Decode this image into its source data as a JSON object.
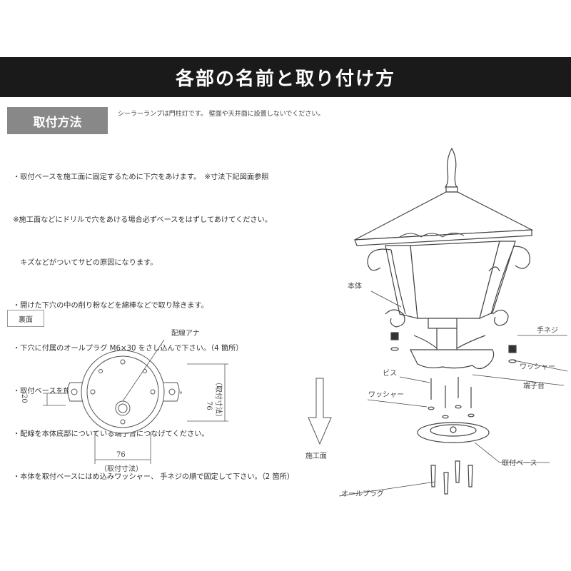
{
  "banner": {
    "title": "各部の名前と取り付け方"
  },
  "section": {
    "label": "取付方法"
  },
  "note": "シーラーランプは門柱灯です。 壁面や天井面に設置しないでください。",
  "instructions": [
    "・取付ベースを施工面に固定するために下穴をあけます。　※寸法下記図面参照",
    "※施工面などにドリルで穴をあける場合必ずベースをはずしてあけてください。",
    "　キズなどがついてサビの原因になります。",
    "・開けた下穴の中の削り粉などを綿棒などで取り除きます。",
    "・下穴に付属のオールプラグ M6×30 をさし込んで下さい。（4 箇所）",
    "・取付ベースを施工面にビスで取り付けてください。",
    "・配線を本体底部についている端子台につなげてください。",
    "・本体を取付ベースにはめ込みワッシャー、 手ネジの順で固定して下さい。（2 箇所）"
  ],
  "back_view": {
    "label": "裏面",
    "wiring_hole": "配線アナ",
    "dim_width": "76",
    "dim_caption": "（取付寸法）",
    "dim_height": "76",
    "dim_height_caption": "（取付寸法）",
    "dim_tab": "20"
  },
  "parts": {
    "body": "本体",
    "hand_screw": "手ネジ",
    "washer_right": "ワッシャー",
    "screw": "ビス",
    "terminal_block": "端子台",
    "washer_left": "ワッシャー",
    "mounting_base": "取付ベース",
    "wall_plug": "オールプラグ",
    "install_surface": "施工面"
  }
}
